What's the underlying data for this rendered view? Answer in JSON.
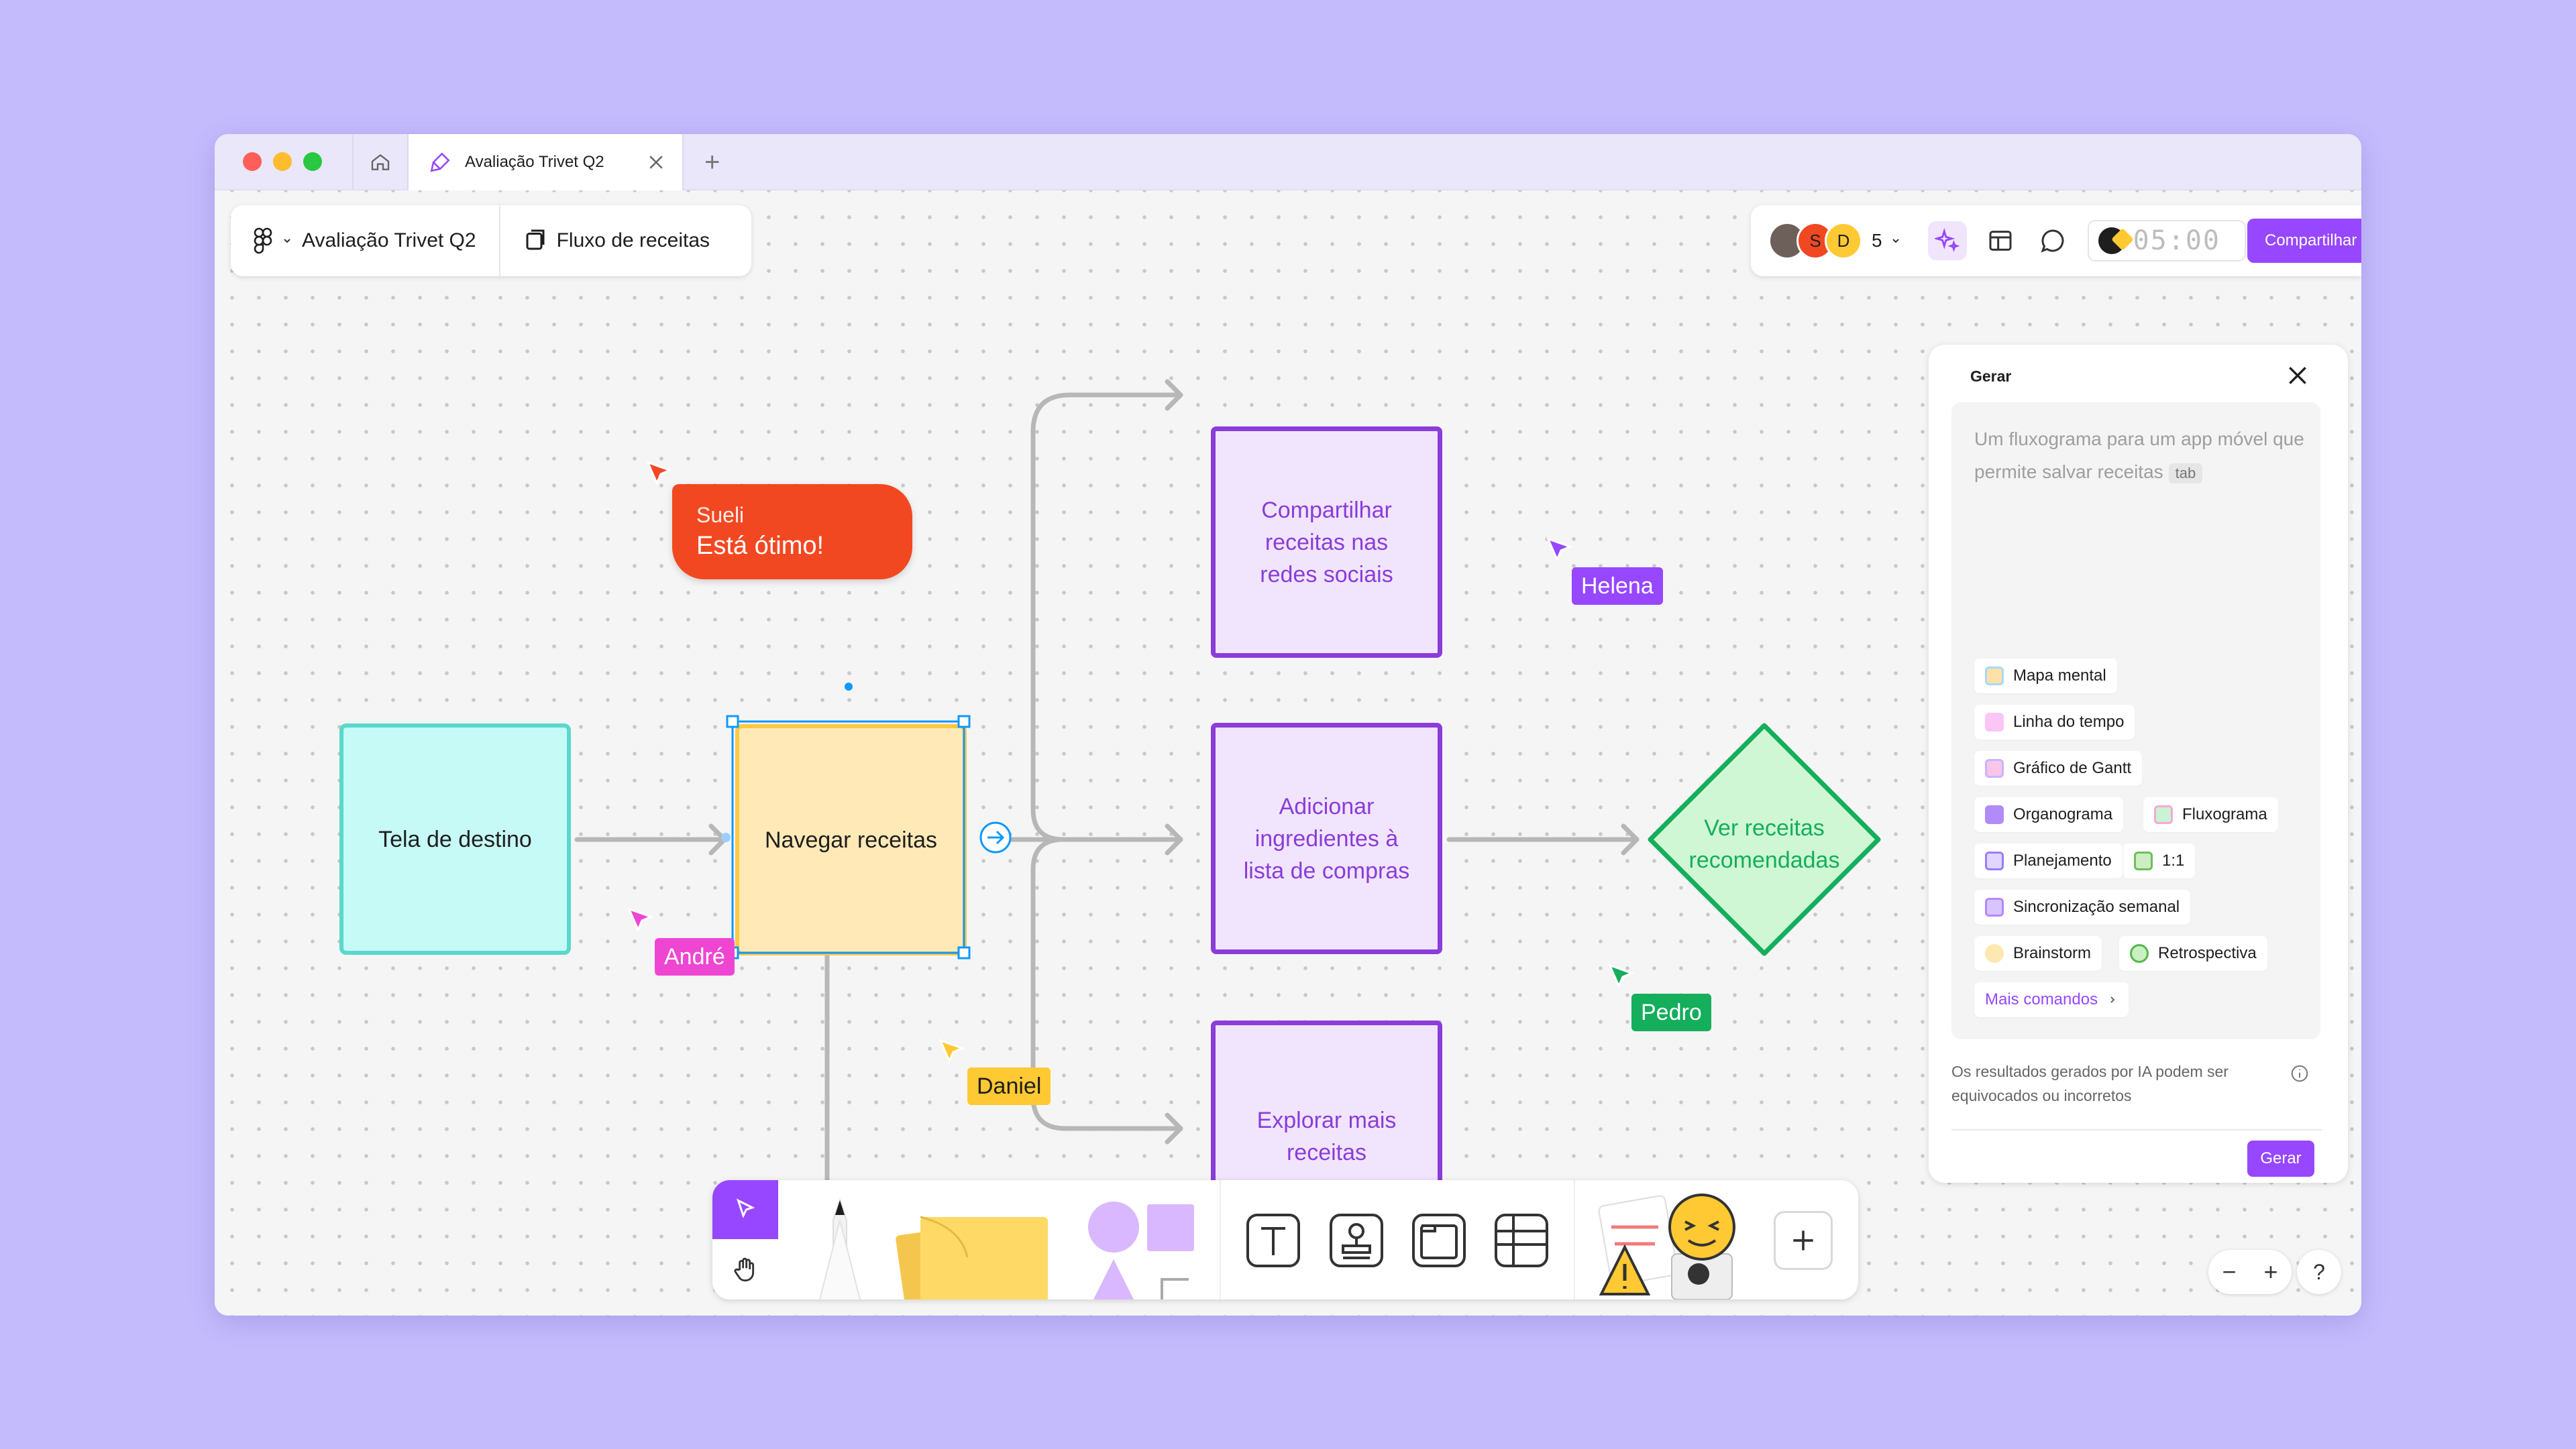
{
  "tab": {
    "title": "Avaliação Trivet Q2"
  },
  "board": {
    "file_name": "Avaliação Trivet Q2",
    "page_name": "Fluxo de receitas"
  },
  "collab": {
    "avatars": [
      {
        "initial": "",
        "color": "#6d5f5a"
      },
      {
        "initial": "S",
        "color": "#f24822"
      },
      {
        "initial": "D",
        "color": "#ffc933"
      }
    ],
    "count": "5",
    "timer": "05:00",
    "share_label": "Compartilhar"
  },
  "nodes": {
    "start": "Tela de destino",
    "browse": "Navegar receitas",
    "share": "Compartilhar receitas nas redes sociais",
    "add": "Adicionar ingredientes à lista de compras",
    "explore": "Explorar mais receitas",
    "recommend": "Ver receitas recomendadas"
  },
  "comment": {
    "author": "Sueli",
    "text": "Está ótimo!"
  },
  "cursors": [
    {
      "name": "Sueli",
      "color": "#f24822"
    },
    {
      "name": "Helena",
      "color": "#9747ff"
    },
    {
      "name": "André",
      "color": "#ee46d3"
    },
    {
      "name": "Daniel",
      "color": "#ffc933"
    },
    {
      "name": "Pedro",
      "color": "#14ae5c"
    }
  ],
  "generate": {
    "title": "Gerar",
    "placeholder": "Um fluxograma para um app móvel que permite salvar receitas",
    "tab_hint": "tab",
    "templates": [
      "Mapa mental",
      "Linha do tempo",
      "Gráfico de Gantt",
      "Organograma",
      "Fluxograma",
      "Planejamento",
      "1:1",
      "Sincronização semanal",
      "Brainstorm",
      "Retrospectiva"
    ],
    "more": "Mais comandos",
    "note": "Os resultados gerados por IA podem ser equivocados ou incorretos",
    "button": "Gerar"
  },
  "zoom": {
    "minus": "−",
    "plus": "+",
    "help": "?"
  }
}
